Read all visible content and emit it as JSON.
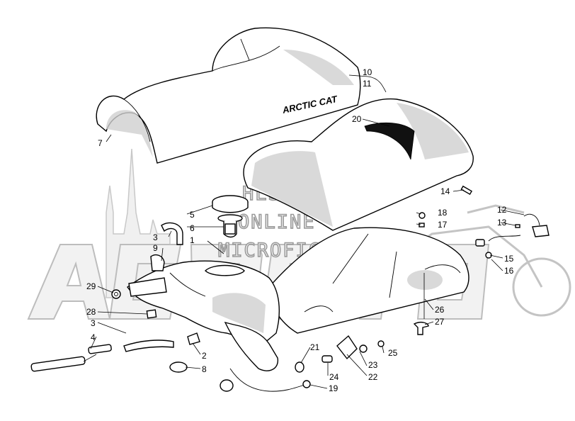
{
  "watermark": {
    "lines": [
      "HLSM'S",
      "ONLINE",
      "MICROFICHE"
    ],
    "color": "#b0b0b0"
  },
  "brand_text": "ARCTIC CAT",
  "callouts": [
    {
      "id": "1",
      "label": "1"
    },
    {
      "id": "2",
      "label": "2"
    },
    {
      "id": "3a",
      "label": "3"
    },
    {
      "id": "3b",
      "label": "3"
    },
    {
      "id": "4",
      "label": "4"
    },
    {
      "id": "5",
      "label": "5"
    },
    {
      "id": "6",
      "label": "6"
    },
    {
      "id": "7",
      "label": "7"
    },
    {
      "id": "8",
      "label": "8"
    },
    {
      "id": "9",
      "label": "9"
    },
    {
      "id": "10",
      "label": "10"
    },
    {
      "id": "11",
      "label": "11"
    },
    {
      "id": "12",
      "label": "12"
    },
    {
      "id": "13",
      "label": "13"
    },
    {
      "id": "14",
      "label": "14"
    },
    {
      "id": "15",
      "label": "15"
    },
    {
      "id": "16",
      "label": "16"
    },
    {
      "id": "17",
      "label": "17"
    },
    {
      "id": "18",
      "label": "18"
    },
    {
      "id": "19",
      "label": "19"
    },
    {
      "id": "20",
      "label": "20"
    },
    {
      "id": "21",
      "label": "21"
    },
    {
      "id": "22",
      "label": "22"
    },
    {
      "id": "23",
      "label": "23"
    },
    {
      "id": "24",
      "label": "24"
    },
    {
      "id": "25",
      "label": "25"
    },
    {
      "id": "26",
      "label": "26"
    },
    {
      "id": "27",
      "label": "27"
    },
    {
      "id": "28",
      "label": "28"
    },
    {
      "id": "29",
      "label": "29"
    }
  ]
}
